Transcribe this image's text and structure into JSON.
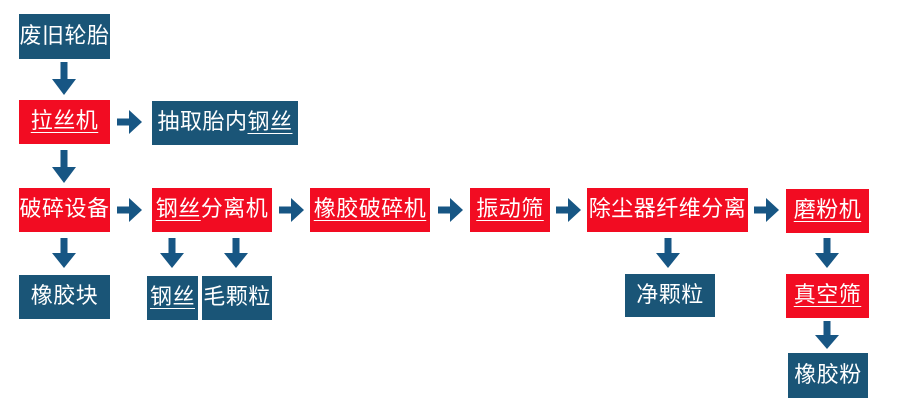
{
  "colors": {
    "box_blue": "#1a5577",
    "box_red": "#f20c22",
    "arrow_blue": "#175684",
    "text_white": "#ffffff",
    "bg": "#ffffff"
  },
  "flowchart": {
    "title": "waste-tire-recycling-process",
    "nodes": {
      "waste_tire": {
        "label": "废旧轮胎",
        "style": "blue"
      },
      "drawing_machine": {
        "label": "拉丝机",
        "style": "red",
        "underlined": true
      },
      "extract_wire": {
        "prefix": "抽取胎内",
        "linked": "钢丝",
        "style": "blue"
      },
      "crushing_equipment": {
        "label": "破碎设备",
        "style": "red"
      },
      "rubber_block": {
        "label": "橡胶块",
        "style": "blue"
      },
      "wire_separator": {
        "linked": "钢丝",
        "suffix": "分离机",
        "style": "red"
      },
      "steel_wire": {
        "label": "钢丝",
        "style": "blue",
        "underlined": true
      },
      "rough_granule": {
        "label": "毛颗粒",
        "style": "blue"
      },
      "rubber_crusher": {
        "label": "橡胶破碎机",
        "style": "red",
        "underlined": true
      },
      "vibrating_screen": {
        "label": "振动筛",
        "style": "red",
        "underlined": true
      },
      "dust_fiber": {
        "label": "除尘器纤维分离",
        "style": "red"
      },
      "clean_granule": {
        "label": "净颗粒",
        "style": "blue"
      },
      "grinding_machine": {
        "label": "磨粉机",
        "style": "red",
        "underlined": true
      },
      "vacuum_screen": {
        "label": "真空筛",
        "style": "red",
        "underlined": true
      },
      "rubber_powder": {
        "label": "橡胶粉",
        "style": "blue"
      }
    }
  }
}
